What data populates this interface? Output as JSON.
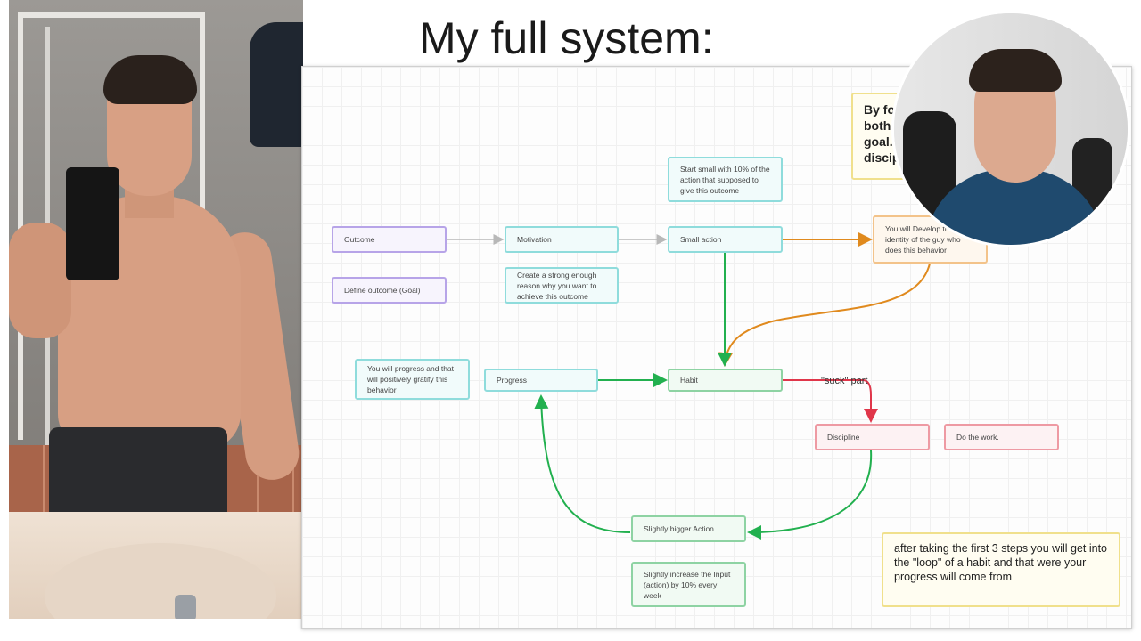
{
  "title": "My full system:",
  "nodes": {
    "outcome": "Outcome",
    "define_outcome": "Define outcome (Goal)",
    "motivation": "Motivation",
    "motivation_note": "Create a strong enough reason why you want to achieve this outcome",
    "start_small": "Start small with 10% of the action that supposed to give this outcome",
    "small_action": "Small action",
    "develop_identity": "You will Develop the identity of the guy who does this behavior",
    "progress_note": "You will progress and that will positively gratify this behavior",
    "progress": "Progress",
    "habit": "Habit",
    "discipline": "Discipline",
    "do_the_work": "Do the work.",
    "bigger_action": "Slightly bigger Action",
    "increase_input": "Slightly increase the Input (action) by 10% every week"
  },
  "edge_labels": {
    "suck_part": "\"suck\" part"
  },
  "notes": {
    "top_right": "By fo... both... goal... discip...",
    "bottom_right": "after taking the first 3 steps you will get into the \"loop\" of a habit and that were your progress will come from"
  },
  "colors": {
    "gray_edge": "#b8b8b8",
    "orange_edge": "#e08a1e",
    "green_edge": "#22b04f",
    "red_edge": "#e0364a"
  }
}
